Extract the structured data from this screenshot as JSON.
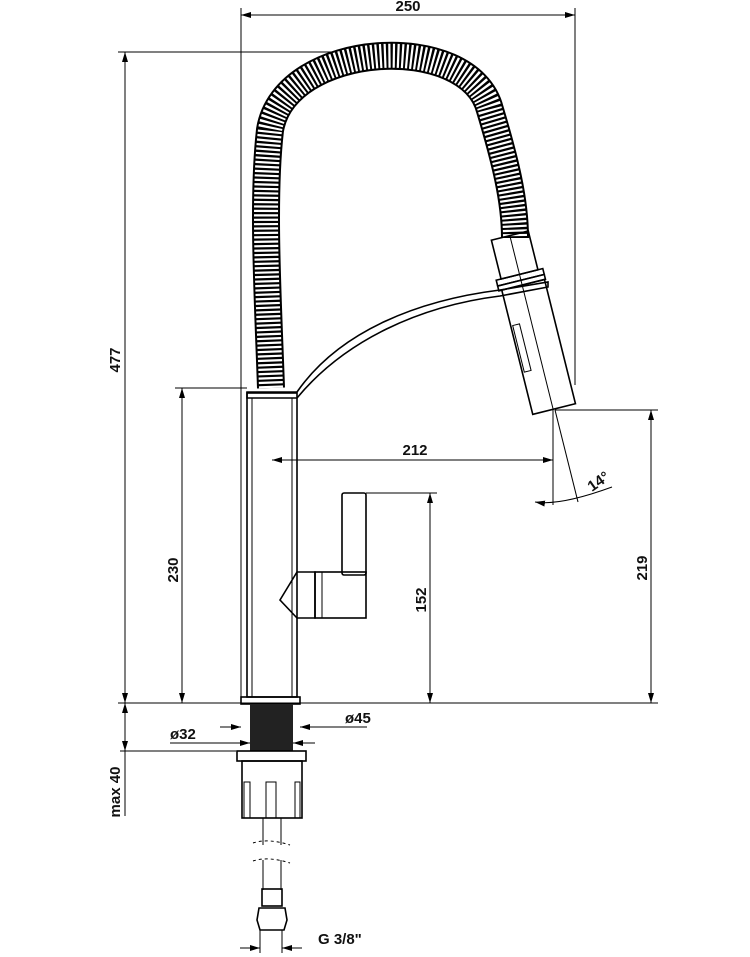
{
  "drawing": {
    "dimensions": {
      "overall_width": "250",
      "overall_height": "477",
      "body_height": "230",
      "spout_reach": "212",
      "spray_angle": "14°",
      "handle_height": "152",
      "spout_outlet_height": "219",
      "base_diameter": "ø45",
      "shank_diameter": "ø32",
      "max_counter_thickness": "max 40",
      "connection_thread": "G 3/8\""
    },
    "colors": {
      "line": "#000000",
      "background": "#ffffff"
    }
  }
}
